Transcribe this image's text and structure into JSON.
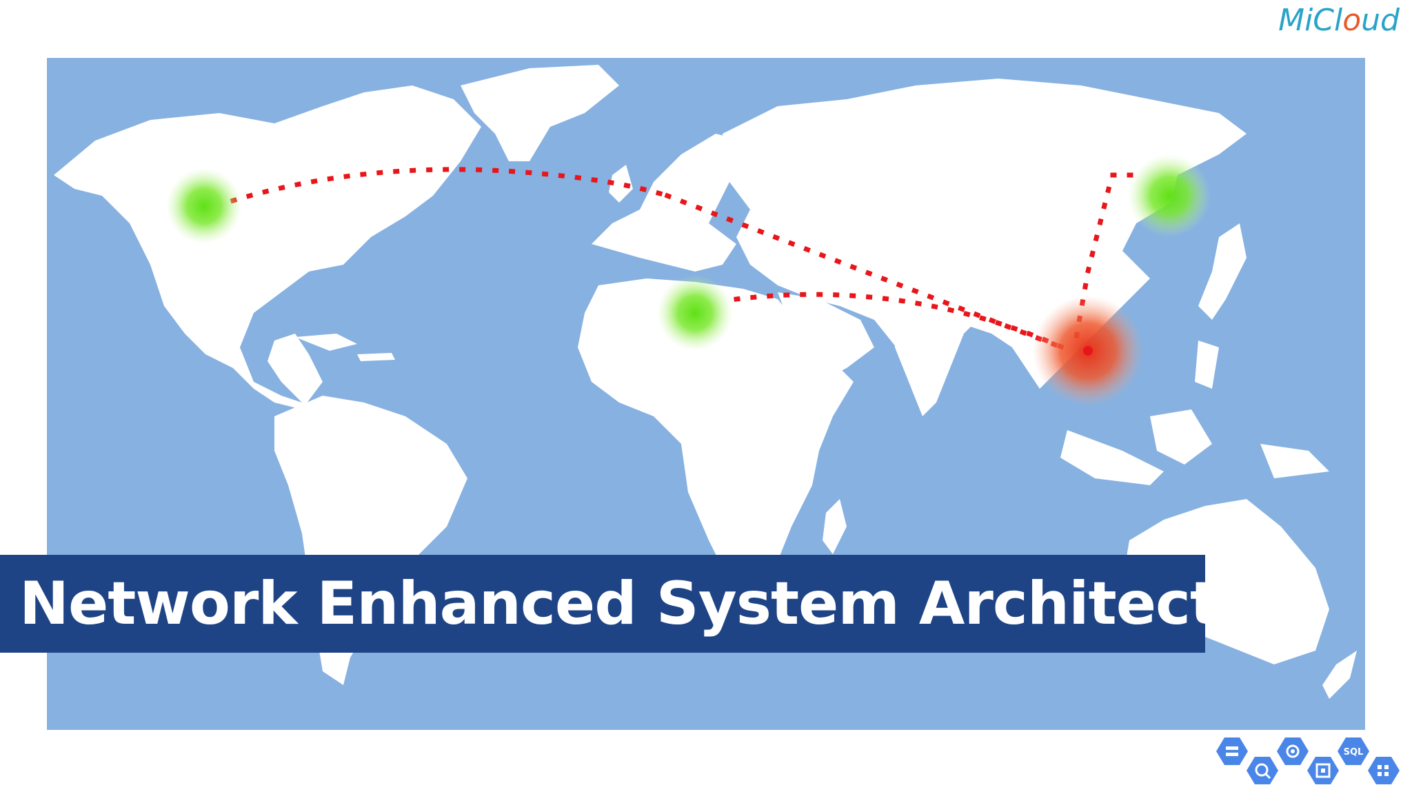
{
  "logo": {
    "text_prefix": "MiCl",
    "text_accent": "o",
    "text_suffix": "ud"
  },
  "title": "Network Enhanced System Architecture",
  "map": {
    "background_color": "#87b1e0",
    "land_color": "#ffffff",
    "nodes": [
      {
        "name": "north-america-node",
        "status": "active",
        "color": "#66dd22"
      },
      {
        "name": "north-africa-node",
        "status": "active",
        "color": "#66dd22"
      },
      {
        "name": "east-asia-node",
        "status": "active",
        "color": "#66dd22"
      },
      {
        "name": "southeast-asia-hub",
        "status": "hub",
        "color": "#ee3322"
      }
    ],
    "connection_color": "#e8161a"
  },
  "service_icons": [
    {
      "name": "storage-icon"
    },
    {
      "name": "search-icon"
    },
    {
      "name": "settings-icon"
    },
    {
      "name": "chip-icon"
    },
    {
      "name": "sql-icon",
      "label": "SQL"
    },
    {
      "name": "apps-icon"
    }
  ]
}
